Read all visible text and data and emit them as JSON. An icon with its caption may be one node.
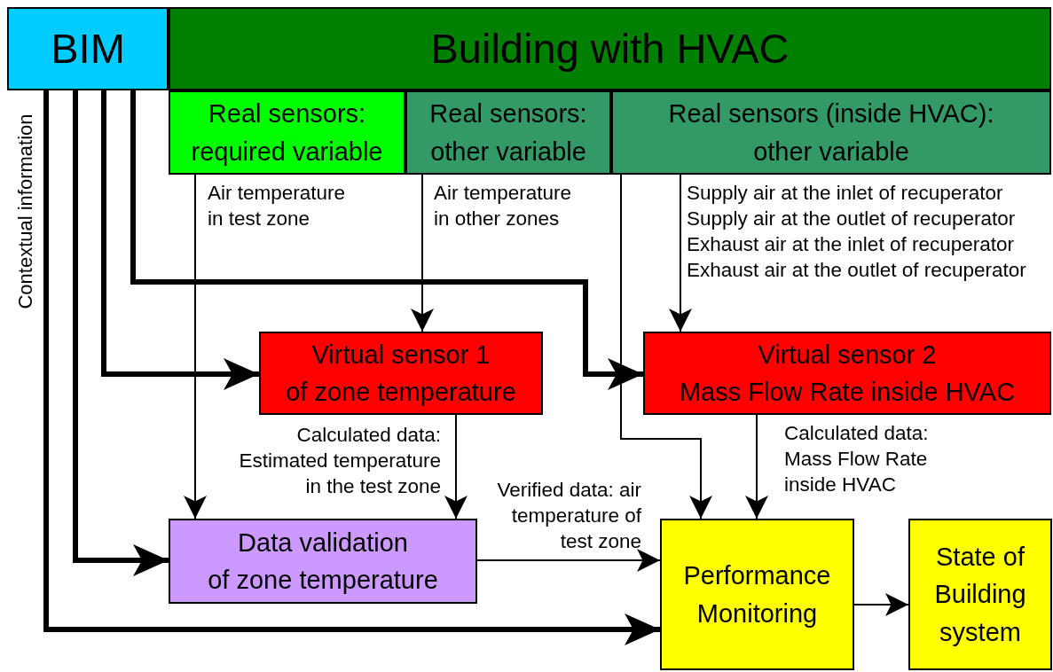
{
  "diagram": {
    "nodes": [
      {
        "text": [
          "BIM"
        ]
      },
      {
        "text": [
          "Building with HVAC"
        ]
      },
      {
        "text": [
          "Real sensors: required variable"
        ]
      },
      {
        "text": [
          "Real sensors: other variable"
        ]
      },
      {
        "text": [
          "Real sensors (inside HVAC): other variable"
        ]
      },
      {
        "text": [
          "Virtual sensor 1",
          "of zone temperature"
        ]
      },
      {
        "text": [
          "Virtual sensor 2",
          "Mass Flow Rate inside HVAC"
        ]
      },
      {
        "text": [
          "Data validation",
          "of zone temperature"
        ]
      },
      {
        "text": [
          "Performance Monitoring"
        ]
      },
      {
        "text": [
          "State of Building system"
        ]
      }
    ],
    "edges": [
      {
        "from": 2,
        "to": 7,
        "arrow": "to",
        "label": "Air temperature in test zone"
      },
      {
        "from": 3,
        "to": 5,
        "arrow": "to",
        "label": "Air temperature in other zones"
      },
      {
        "from": 4,
        "to": 6,
        "arrow": "to"
      },
      {
        "from": 4,
        "to": 8,
        "arrow": "to"
      },
      {
        "from": 6,
        "to": 8,
        "arrow": "to",
        "label": "Calculated data: Mass Flow Rate inside HVAC"
      },
      {
        "from": 5,
        "to": 7,
        "arrow": "to",
        "label": "Calculated data: Estimated temperature in the test zone"
      },
      {
        "from": 7,
        "to": 8,
        "arrow": "to",
        "label": "Verified data: air temperature of test zone"
      },
      {
        "from": 8,
        "to": 9,
        "arrow": "to"
      },
      {
        "from": 0,
        "to": 6,
        "arrow": "to",
        "style": "thick"
      },
      {
        "from": 0,
        "to": 5,
        "arrow": "to",
        "style": "thick"
      },
      {
        "from": 0,
        "to": 7,
        "arrow": "to",
        "style": "thick"
      },
      {
        "from": 0,
        "to": 8,
        "arrow": "to",
        "style": "thick"
      }
    ],
    "labels": [
      "Contextual information",
      "Supply air at the inlet of recuperator",
      "Supply air at the outlet of recuperator",
      "Exhaust air at the inlet of recuperator",
      "Exhaust air at the outlet of recuperator"
    ]
  }
}
